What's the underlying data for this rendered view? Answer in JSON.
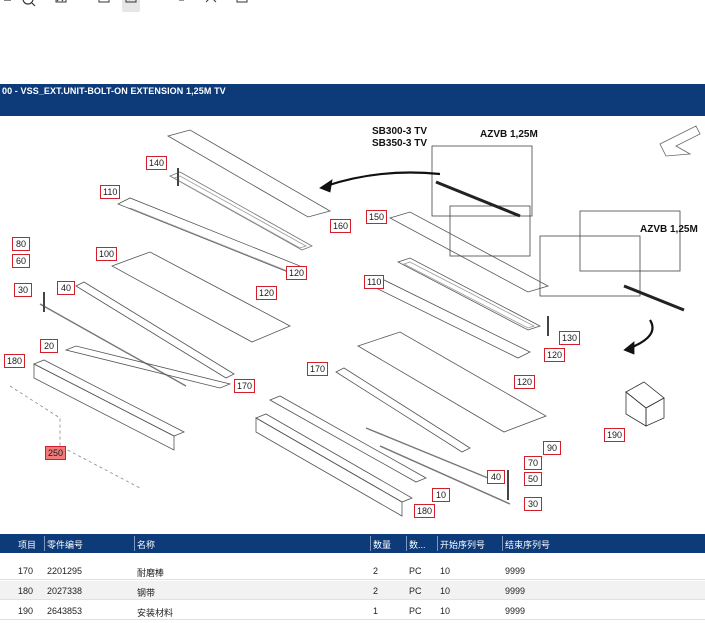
{
  "title_bar": {
    "text": "00 - VSS_EXT.UNIT-BOLT-ON EXTENSION 1,25M TV"
  },
  "toolbar": {
    "icons": [
      "zoom-out-icon",
      "zoom-icon",
      "image-icon",
      "square-icon",
      "export-icon",
      "tree-icon",
      "fit-icon",
      "rotate-icon"
    ]
  },
  "diagram": {
    "labels": {
      "machine_a": "SB300-3 TV",
      "machine_b": "SB350-3 TV",
      "azvb_top": "AZVB 1,25M",
      "azvb_right": "AZVB 1,25M"
    },
    "callouts": [
      {
        "id": "140",
        "text": "140"
      },
      {
        "id": "110a",
        "text": "110"
      },
      {
        "id": "160",
        "text": "160"
      },
      {
        "id": "100",
        "text": "100"
      },
      {
        "id": "120a",
        "text": "120"
      },
      {
        "id": "120b",
        "text": "120"
      },
      {
        "id": "80",
        "text": "80"
      },
      {
        "id": "60",
        "text": "60"
      },
      {
        "id": "30a",
        "text": "30"
      },
      {
        "id": "40a",
        "text": "40"
      },
      {
        "id": "20",
        "text": "20"
      },
      {
        "id": "180a",
        "text": "180"
      },
      {
        "id": "170a",
        "text": "170"
      },
      {
        "id": "250",
        "text": "250"
      },
      {
        "id": "150",
        "text": "150"
      },
      {
        "id": "110b",
        "text": "110"
      },
      {
        "id": "130",
        "text": "130"
      },
      {
        "id": "120c",
        "text": "120"
      },
      {
        "id": "120d",
        "text": "120"
      },
      {
        "id": "170b",
        "text": "170"
      },
      {
        "id": "190",
        "text": "190"
      },
      {
        "id": "90",
        "text": "90"
      },
      {
        "id": "70",
        "text": "70"
      },
      {
        "id": "50",
        "text": "50"
      },
      {
        "id": "40b",
        "text": "40"
      },
      {
        "id": "30b",
        "text": "30"
      },
      {
        "id": "10",
        "text": "10"
      },
      {
        "id": "180b",
        "text": "180"
      }
    ]
  },
  "table": {
    "headers": [
      "项目",
      "零件编号",
      "名称",
      "数量",
      "数...",
      "开始序列号",
      "结束序列号"
    ],
    "rows": [
      {
        "item": "170",
        "part": "2201295",
        "name": "耐磨棒",
        "qty": "2",
        "unit": "PC",
        "start": "10",
        "end": "9999"
      },
      {
        "item": "180",
        "part": "2027338",
        "name": "钢带",
        "qty": "2",
        "unit": "PC",
        "start": "10",
        "end": "9999"
      },
      {
        "item": "190",
        "part": "2643853",
        "name": "安装材料",
        "qty": "1",
        "unit": "PC",
        "start": "10",
        "end": "9999"
      }
    ]
  },
  "colors": {
    "header_blue": "#0d3a78",
    "callout_red": "#d11f2c",
    "highlight": "#f17a7a"
  }
}
